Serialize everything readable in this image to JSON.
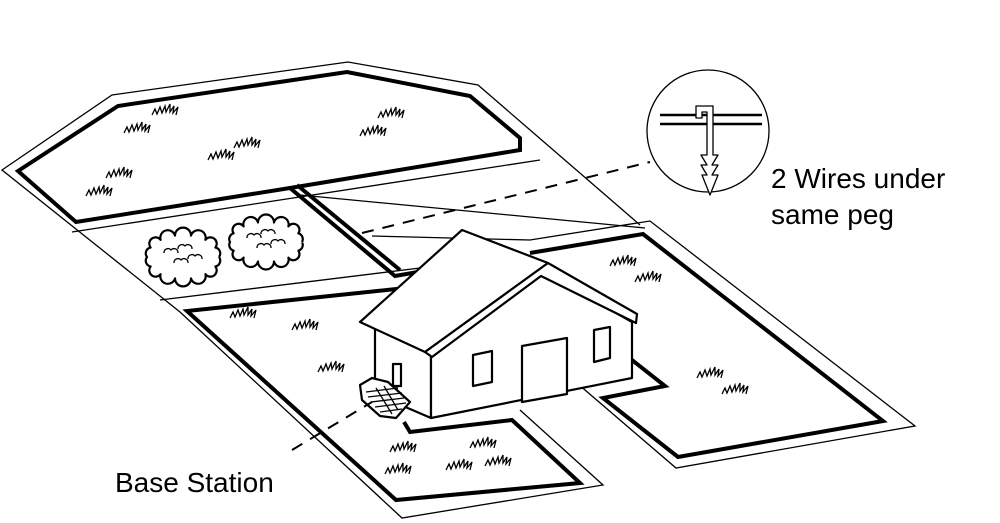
{
  "diagram": {
    "labels": {
      "peg_callout": [
        "2 Wires under",
        "same peg"
      ],
      "base_station": "Base Station"
    },
    "colors": {
      "line": "#000000",
      "background": "#ffffff"
    }
  }
}
